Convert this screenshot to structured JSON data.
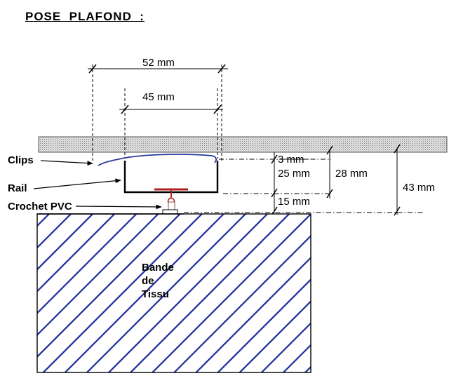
{
  "title": "POSE  PLAFOND  :",
  "dimensions": {
    "width_52": "52 mm",
    "width_45": "45 mm",
    "gap_3": "3 mm",
    "rail_25": "25 mm",
    "drop_28": "28 mm",
    "total_43": "43 mm",
    "hook_15": "15 mm"
  },
  "callouts": {
    "clips": "Clips",
    "rail": "Rail",
    "crochet": "Crochet PVC"
  },
  "fabric": {
    "line1": "Bande",
    "line2": "de",
    "line3": "Tissu"
  },
  "colors": {
    "clip": "#2a3a9a",
    "hatch": "#1c2a9a",
    "hook": "#b22222",
    "ceiling": "#d8d8d8"
  }
}
